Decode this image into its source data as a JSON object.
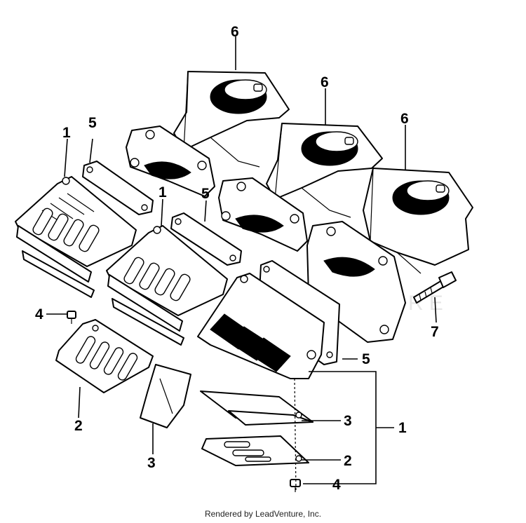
{
  "callouts": {
    "c6a": "6",
    "c6b": "6",
    "c6c": "6",
    "c1a": "1",
    "c5a": "5",
    "c1b": "1",
    "c5b": "5",
    "c4a": "4",
    "c7": "7",
    "c5c": "5",
    "c2a": "2",
    "c3a": "3",
    "c1c": "1",
    "c3b": "3",
    "c2b": "2",
    "c4b": "4"
  },
  "footer": "Rendered by LeadVenture, Inc."
}
